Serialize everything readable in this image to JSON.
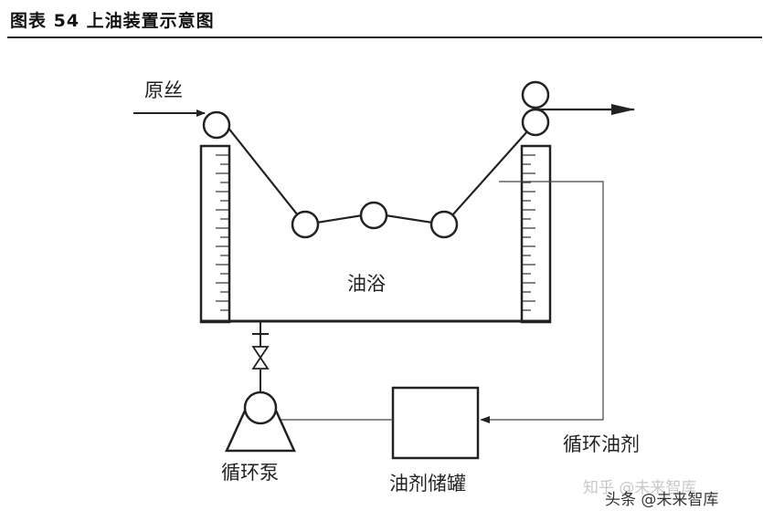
{
  "figure": {
    "title": "图表 54  上油装置示意图"
  },
  "labels": {
    "raw_yarn": "原丝",
    "oil_bath": "油浴",
    "circulating_oil": "循环油剂",
    "circulation_pump": "循环泵",
    "oil_storage_tank": "油剂储罐"
  },
  "watermark": {
    "faded": "知乎 @未来智库",
    "text": "头条 @未来智库"
  }
}
